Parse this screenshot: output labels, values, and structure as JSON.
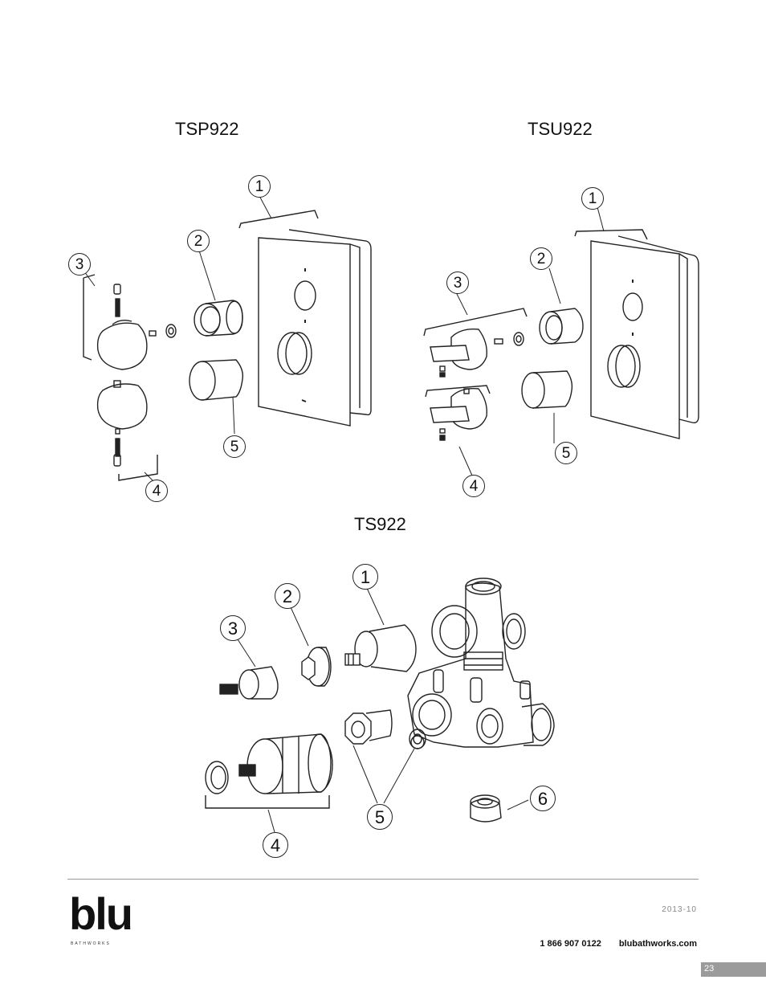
{
  "sections": {
    "tsp": {
      "title": "TSP922",
      "callouts": [
        "1",
        "2",
        "3",
        "4",
        "5"
      ]
    },
    "tsu": {
      "title": "TSU922",
      "callouts": [
        "1",
        "2",
        "3",
        "4",
        "5"
      ]
    },
    "ts": {
      "title": "TS922",
      "callouts": [
        "1",
        "2",
        "3",
        "4",
        "5",
        "6"
      ]
    }
  },
  "footer": {
    "logo_text": "blu",
    "logo_subtext": "BATHWORKS",
    "date": "2013-10",
    "phone": "1 866 907 0122",
    "website": "blubathworks.com",
    "page_number": "23"
  }
}
